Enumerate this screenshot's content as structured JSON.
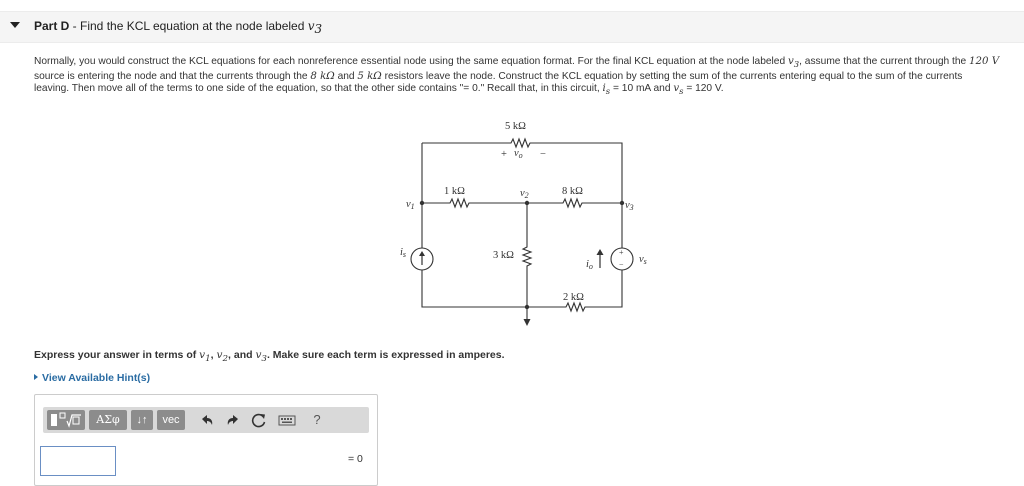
{
  "part": {
    "label": "Part D",
    "separator": " - ",
    "title": "Find the KCL equation at the node labeled ",
    "title_var": "v",
    "title_sub": "3"
  },
  "intro": {
    "t1": "Normally, you would construct the KCL equations for each nonreference essential node using the same equation format. For the final KCL equation at the node labeled ",
    "v3": "v",
    "v3_sub": "3",
    "t2": ", assume that the current through the ",
    "val_120V": "120 V",
    "t3": " source is entering the node and that the currents through the ",
    "val_8k": "8 kΩ",
    "t4": " and ",
    "val_5k": "5 kΩ",
    "t5": " resistors leave the node. Construct the KCL equation by setting the sum of the currents entering equal to the sum of the currents leaving. Then move all of the terms to one side of the equation, so that the other side contains \"= 0.\" Recall that, in this circuit, ",
    "is_var": "i",
    "is_sub": "s",
    "is_eq": " = 10 mA",
    "t6": " and ",
    "vs_var": "v",
    "vs_sub": "s",
    "vs_eq": " = 120 V",
    "t7": "."
  },
  "circuit": {
    "r_top": "5 kΩ",
    "vo_plus": "+",
    "vo_label": "v",
    "vo_sub": "o",
    "vo_minus": "−",
    "r_1k": "1 kΩ",
    "v1": "v",
    "v1_sub": "1",
    "v2": "v",
    "v2_sub": "2",
    "r_8k": "8 kΩ",
    "v3": "v",
    "v3_sub": "3",
    "is_label": "i",
    "is_sub": "s",
    "r_3k": "3 kΩ",
    "io_label": "i",
    "io_sub": "o",
    "vs_plus": "+",
    "vs_minus": "−",
    "vs_label": "v",
    "vs_sub": "s",
    "r_2k": "2 kΩ"
  },
  "express": {
    "t1": "Express your answer in terms of ",
    "v1": "v",
    "v1_sub": "1",
    "c1": ", ",
    "v2": "v",
    "v2_sub": "2",
    "c2": ", and ",
    "v3": "v",
    "v3_sub": "3",
    "t2": ". Make sure each term is expressed in amperes."
  },
  "hint": {
    "label": "View Available Hint(s)"
  },
  "toolbar": {
    "greek_label": "ΑΣφ",
    "sort_label": "↓↑",
    "vec_label": "vec",
    "help_label": "?"
  },
  "answer": {
    "value": "",
    "equals_zero": "= 0"
  }
}
